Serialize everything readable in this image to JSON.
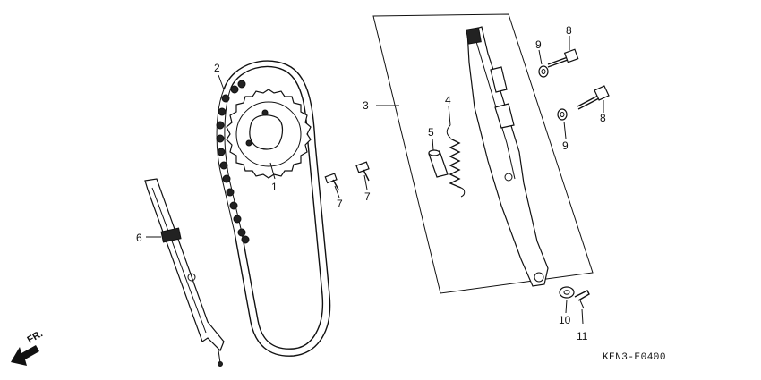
{
  "diagram": {
    "callouts": [
      "1",
      "2",
      "3",
      "4",
      "5",
      "6",
      "7",
      "7",
      "8",
      "8",
      "9",
      "9",
      "10",
      "11"
    ],
    "direction_label": "FR.",
    "code": "KEN3-E0400"
  }
}
